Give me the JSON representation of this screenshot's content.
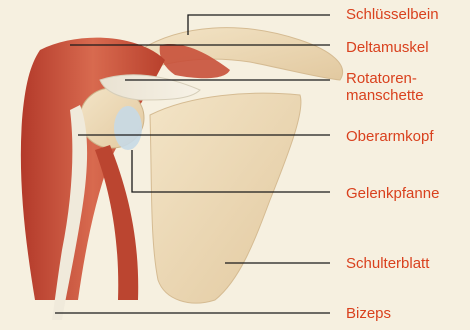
{
  "labels": {
    "clavicle": "Schlüsselbein",
    "deltoid": "Deltamuskel",
    "rotator_cuff_line1": "Rotatoren-",
    "rotator_cuff_line2": "manschette",
    "humeral_head": "Oberarmkopf",
    "glenoid": "Gelenkpfanne",
    "scapula": "Schulterblatt",
    "biceps": "Bizeps"
  },
  "colors": {
    "background": "#f6f0e0",
    "label_text": "#d9411e",
    "leader_line": "#1a1a1a",
    "muscle": "#c8503a",
    "bone": "#ead7b4",
    "cartilage": "#c6d9e6"
  }
}
